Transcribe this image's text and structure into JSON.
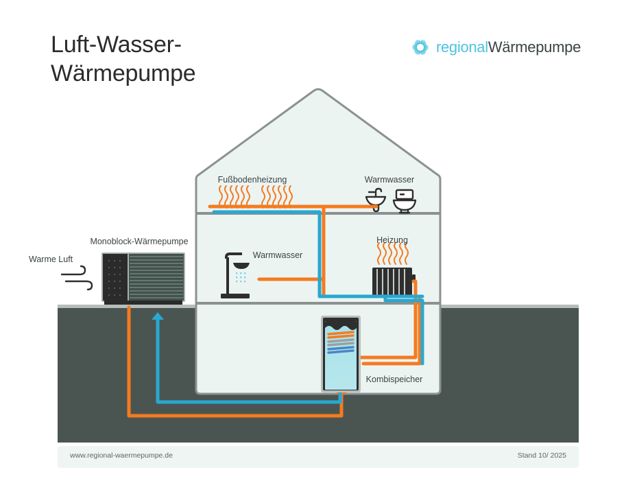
{
  "header": {
    "title_line1": "Luft-Wasser-",
    "title_line2": "Wärmepumpe",
    "logo": {
      "icon": "radial-sunburst-icon",
      "brand_part1": "regional",
      "brand_part2": "Wärmepumpe",
      "color_brand1": "#4ec3e0",
      "color_brand2": "#3b4245"
    }
  },
  "diagram": {
    "type": "air-water-heat-pump-schematic",
    "labels": {
      "warme_luft": "Warme Luft",
      "monoblock": "Monoblock-Wärmepumpe",
      "fussbodenheizung": "Fußbodenheizung",
      "warmwasser_top": "Warmwasser",
      "warmwasser_mid": "Warmwasser",
      "heizung": "Heizung",
      "kombispeicher": "Kombispeicher"
    },
    "icons": {
      "wind": "wind-swirl-icon",
      "heatpump": "monoblock-heatpump-icon",
      "underfloor": "underfloor-heating-waves-icon",
      "sink": "sink-icon",
      "toilet": "toilet-icon",
      "shower": "shower-icon",
      "radiator": "radiator-icon",
      "tank": "buffer-tank-icon",
      "arrow_up_blue": "arrow-up-icon",
      "arrow_up_orange": "arrow-up-icon"
    },
    "colors": {
      "flow_hot": "#f47b20",
      "flow_cold": "#29a8d0",
      "ground": "#4a5551",
      "house_fill": "#ecf4f2",
      "house_stroke": "#8b9191",
      "water": "#a9e2ea",
      "dark_unit": "#2e2e2e",
      "louver_unit": "#41514b"
    }
  },
  "footer": {
    "website": "www.regional-waermepumpe.de",
    "date": "Stand 10/ 2025"
  }
}
